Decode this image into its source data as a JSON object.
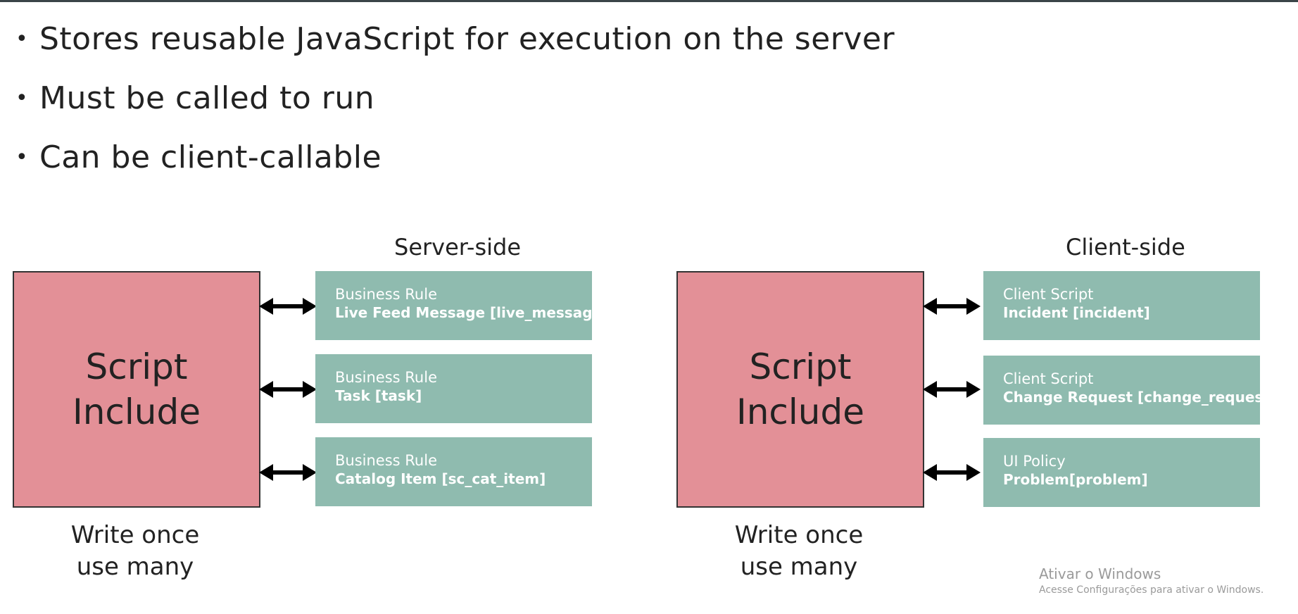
{
  "bullets": [
    "Stores reusable JavaScript for execution on the server",
    "Must be called to run",
    "Can be client-callable"
  ],
  "server_side": {
    "heading": "Server-side",
    "script_include": [
      "Script",
      "Include"
    ],
    "items": [
      {
        "type": "Business Rule",
        "name": "Live Feed Message [live_message]"
      },
      {
        "type": "Business Rule",
        "name": "Task [task]"
      },
      {
        "type": "Business Rule",
        "name": "Catalog Item [sc_cat_item]"
      }
    ],
    "caption": [
      "Write once",
      "use many"
    ]
  },
  "client_side": {
    "heading": "Client-side",
    "script_include": [
      "Script",
      "Include"
    ],
    "items": [
      {
        "type": "Client Script",
        "name": "Incident [incident]"
      },
      {
        "type": "Client Script",
        "name": "Change Request [change_request]"
      },
      {
        "type": "UI Policy",
        "name": "Problem[problem]"
      }
    ],
    "caption": [
      "Write once",
      "use many"
    ]
  },
  "watermark": {
    "title": "Ativar o Windows",
    "subtitle": "Acesse Configurações para ativar o Windows."
  },
  "colors": {
    "script_include_fill": "#e39097",
    "rule_box_fill": "#8fbbaf",
    "arrow": "#000000",
    "top_rule": "#3a4448"
  },
  "icons": {
    "bullet": "bullet-dot-icon",
    "connector": "double-headed-arrow-icon"
  }
}
